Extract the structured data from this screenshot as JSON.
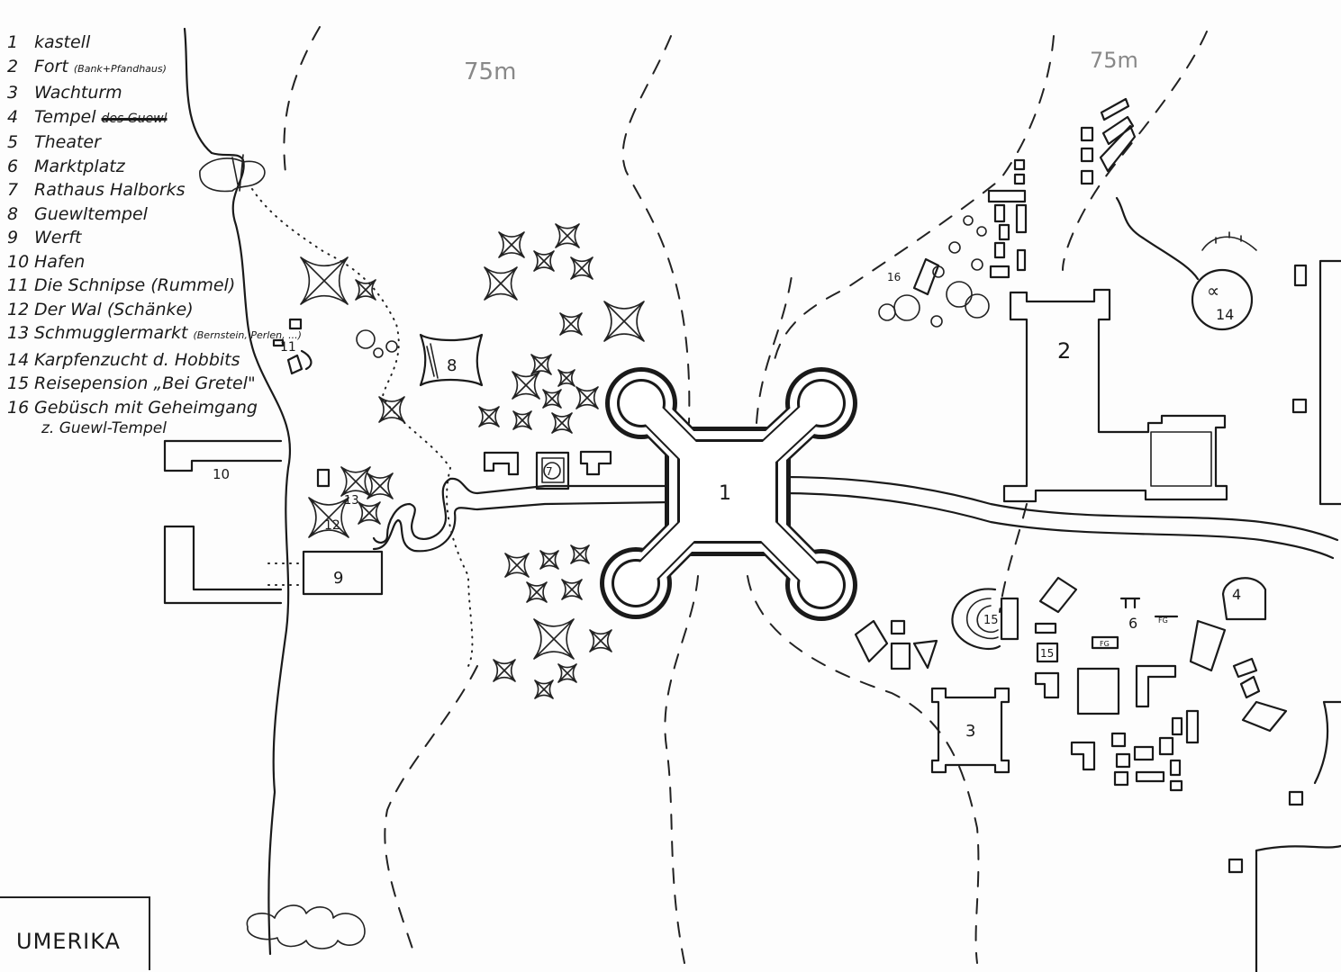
{
  "legend": [
    {
      "num": "1",
      "label": "kastell"
    },
    {
      "num": "2",
      "label": "Fort",
      "note": "(Bank+Pfandhaus)"
    },
    {
      "num": "3",
      "label": "Wachturm"
    },
    {
      "num": "4",
      "label": "Tempel",
      "struck": "des Guewl"
    },
    {
      "num": "5",
      "label": "Theater"
    },
    {
      "num": "6",
      "label": "Marktplatz"
    },
    {
      "num": "7",
      "label": "Rathaus Halborks"
    },
    {
      "num": "8",
      "label": "Guewltempel"
    },
    {
      "num": "9",
      "label": "Werft"
    },
    {
      "num": "10",
      "label": "Hafen"
    },
    {
      "num": "11",
      "label": "Die Schnipse (Rummel)"
    },
    {
      "num": "12",
      "label": "Der Wal (Schänke)"
    },
    {
      "num": "13",
      "label": "Schmugglermarkt",
      "note": "(Bernstein, Perlen, ...)"
    },
    {
      "num": "14",
      "label": "Karpfenzucht d. Hobbits"
    },
    {
      "num": "15",
      "label": "Reisepension „Bei Gretel\""
    },
    {
      "num": "16",
      "label": "Gebüsch mit Geheimgang",
      "cont": "z. Guewl-Tempel"
    }
  ],
  "map_labels": {
    "elev_left": "75m",
    "elev_right": "75m",
    "l1": "1",
    "l2": "2",
    "l3": "3",
    "l4": "4",
    "l6": "6",
    "l7": "7",
    "l8": "8",
    "l9": "9",
    "l10": "10",
    "l11": "11",
    "l12": "12",
    "l13": "13",
    "l14": "14",
    "l14sym": "∝",
    "l15a": "15",
    "l15b": "15",
    "l16": "16",
    "fg1": "FG",
    "fg2": "FG"
  },
  "title": "UMERIKA"
}
